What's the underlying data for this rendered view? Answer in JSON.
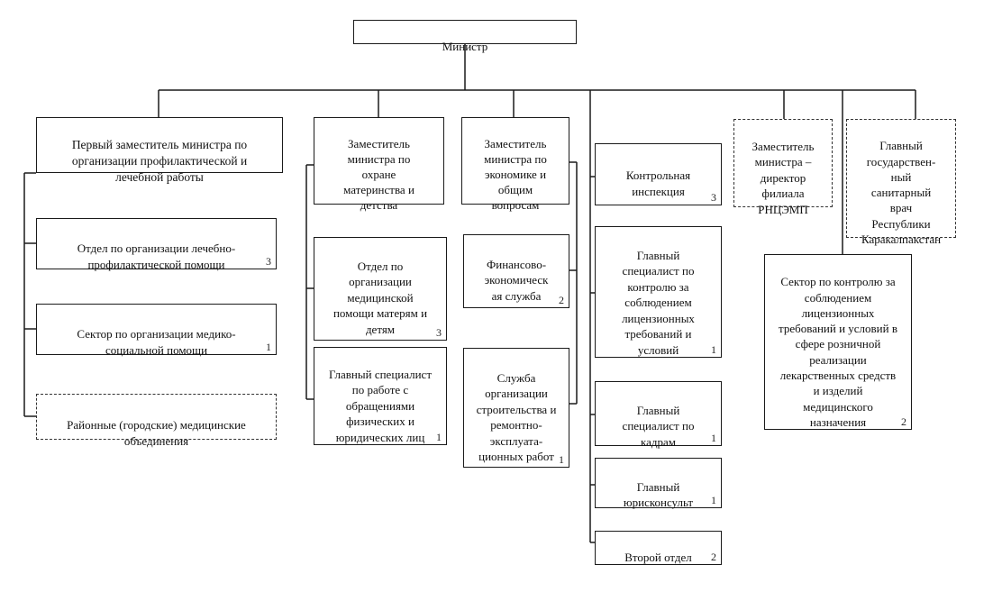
{
  "minister": {
    "label": "Министр"
  },
  "deputies": {
    "first": {
      "label": "Первый заместитель министра по\nорганизации профилактической и\nлечебной работы"
    },
    "maternity": {
      "label": "Заместитель\nминистра по\nохране\nматеринства и\nдетства"
    },
    "economy": {
      "label": "Заместитель\nминистра по\nэкономике и\nобщим\nвопросам"
    },
    "director": {
      "label": "Заместитель\nминистра –\nдиректор\nфилиала\nРНЦЭМП"
    },
    "sanitary": {
      "label": "Главный\nгосударствен-\nный\nсанитарный\nврач\nРеспублики\nКаракалпакстан"
    }
  },
  "col1": {
    "treatment_dept": {
      "label": "Отдел по организации лечебно-\nпрофилактической помощи",
      "count": "3"
    },
    "social_sector": {
      "label": "Сектор по организации медико-\nсоциальной помощи",
      "count": "1"
    },
    "district": {
      "label": "Районные (городские) медицинские\nобъединения"
    }
  },
  "col2": {
    "mothers_dept": {
      "label": "Отдел по\nорганизации\nмедицинской\nпомощи матерям и\nдетям",
      "count": "3"
    },
    "appeals": {
      "label": "Главный специалист\nпо работе с\nобращениями\nфизических и\nюридических лиц",
      "count": "1"
    }
  },
  "col3": {
    "finance": {
      "label": "Финансово-\nэкономическ\nая служба",
      "count": "2"
    },
    "construction": {
      "label": "Служба\nорганизации\nстроительства и\nремонтно-\nэксплуата-\nционных работ",
      "count": "1"
    }
  },
  "col4": {
    "inspection": {
      "label": "Контрольная\nинспекция",
      "count": "3"
    },
    "license": {
      "label": "Главный\nспециалист по\nконтролю за\nсоблюдением\nлицензионных\nтребований и\nусловий",
      "count": "1"
    },
    "hr": {
      "label": "Главный\nспециалист по\nкадрам",
      "count": "1"
    },
    "legal": {
      "label": "Главный\nюрисконсульт",
      "count": "1"
    },
    "second_dept": {
      "label": "Второй отдел",
      "count": "2"
    }
  },
  "col5": {
    "pharma_sector": {
      "label": "Сектор по контролю за\nсоблюдением\nлицензионных\nтребований и условий в\nсфере розничной\nреализации\nлекарственных средств\nи изделий\nмедицинского\nназначения",
      "count": "2"
    }
  }
}
